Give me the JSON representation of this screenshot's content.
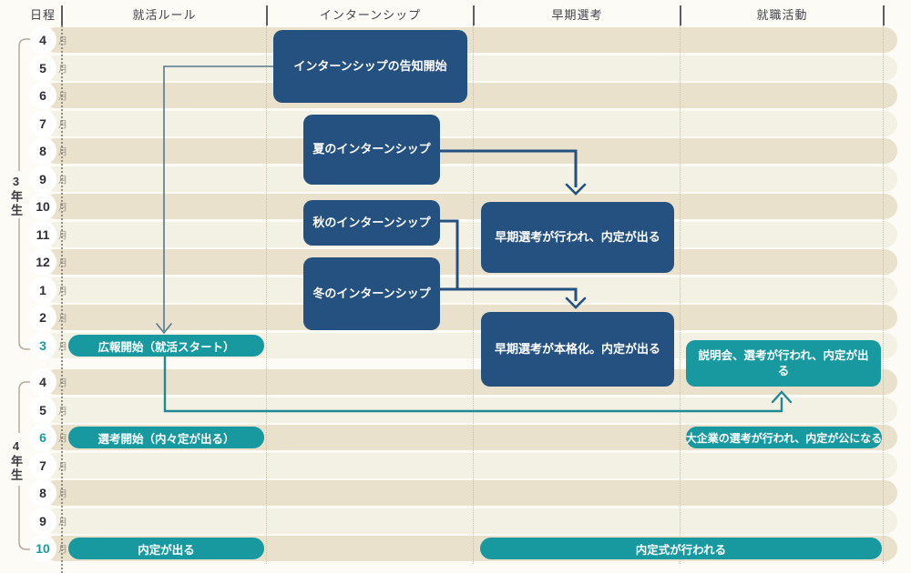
{
  "header": {
    "columns": [
      {
        "label": "日程"
      },
      {
        "label": "就活ルール"
      },
      {
        "label": "インターンシップ"
      },
      {
        "label": "早期選考"
      },
      {
        "label": "就職活動"
      }
    ]
  },
  "timeline": {
    "month_suffix": "月",
    "year3_label": "3年生",
    "year4_label": "4年生",
    "months": [
      {
        "num": "4",
        "teal": false
      },
      {
        "num": "5",
        "teal": false
      },
      {
        "num": "6",
        "teal": false
      },
      {
        "num": "7",
        "teal": false
      },
      {
        "num": "8",
        "teal": false
      },
      {
        "num": "9",
        "teal": false
      },
      {
        "num": "10",
        "teal": false
      },
      {
        "num": "11",
        "teal": false
      },
      {
        "num": "12",
        "teal": false
      },
      {
        "num": "1",
        "teal": false
      },
      {
        "num": "2",
        "teal": false
      },
      {
        "num": "3",
        "teal": true
      },
      {
        "num": "4",
        "teal": false
      },
      {
        "num": "5",
        "teal": false
      },
      {
        "num": "6",
        "teal": true
      },
      {
        "num": "7",
        "teal": false
      },
      {
        "num": "8",
        "teal": false
      },
      {
        "num": "9",
        "teal": false
      },
      {
        "num": "10",
        "teal": true
      }
    ]
  },
  "boxes": {
    "internship_announce": "インターンシップの告知開始",
    "summer_internship": "夏のインターンシップ",
    "autumn_internship": "秋のインターンシップ",
    "winter_internship": "冬のインターンシップ",
    "early_selection": "早期選考が行われ、内定が出る",
    "early_selection_full": "早期選考が本格化。内定が出る",
    "seminar_selection": "説明会、選考が行われ、内定が出る"
  },
  "pills": {
    "pr_start": "広報開始（就活スタート）",
    "selection_start": "選考開始（内々定が出る）",
    "offer_out": "内定が出る",
    "large_company": "大企業の選考が行われ、内定が公になる",
    "offer_ceremony": "内定式が行われる"
  },
  "colors": {
    "navy": "#24517f",
    "teal": "#1899a0",
    "stripe_dark": "#e9e1cc",
    "stripe_light": "#f3f0e4",
    "line_slate": "#55788f",
    "line_teal": "#1f8a94",
    "bg": "#fcfbf5"
  }
}
